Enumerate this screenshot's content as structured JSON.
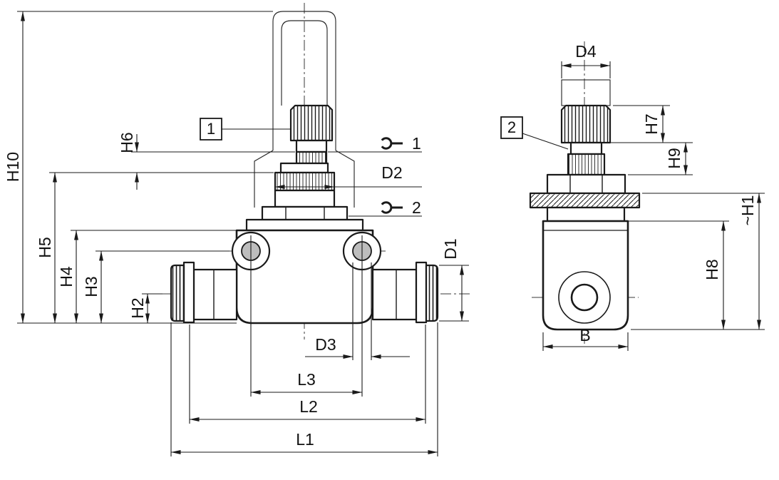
{
  "drawing": {
    "colors": {
      "line": "#1a1a1a",
      "port_fill": "#bdbdbd",
      "background": "#ffffff"
    },
    "front_view": {
      "callout": "1",
      "wrench_flats": [
        {
          "label": "1"
        },
        {
          "label": "2"
        }
      ],
      "dims": {
        "h10": "H10",
        "h6": "H6",
        "h5": "H5",
        "h4": "H4",
        "h3": "H3",
        "h2": "H2",
        "d2": "D2",
        "d1": "D1",
        "d3": "D3",
        "l3": "L3",
        "l2": "L2",
        "l1": "L1"
      }
    },
    "side_view": {
      "callout": "2",
      "dims": {
        "d4": "D4",
        "h7": "H7",
        "h9": "H9",
        "h1": "~H1",
        "h8": "H8",
        "b": "B"
      }
    }
  }
}
